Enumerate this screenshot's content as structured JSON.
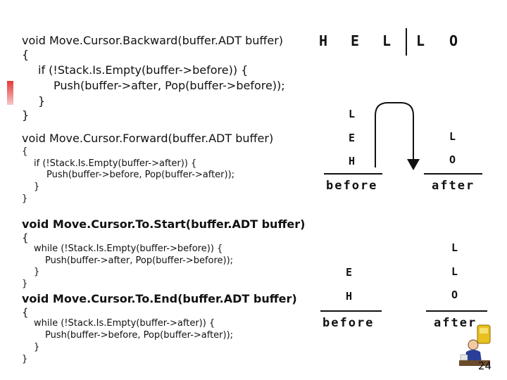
{
  "functions": {
    "backward": {
      "signature": "void Move.Cursor.Backward(buffer.ADT buffer)",
      "open_brace": "{",
      "if_line": "if (!Stack.Is.Empty(buffer->before)) {",
      "body_line": "Push(buffer->after, Pop(buffer->before));",
      "inner_close": "}",
      "close_brace": "}"
    },
    "forward": {
      "signature": "void Move.Cursor.Forward(buffer.ADT buffer)",
      "open_brace": "{",
      "if_line": "if (!Stack.Is.Empty(buffer->after)) {",
      "body_line": "Push(buffer->before, Pop(buffer->after));",
      "inner_close": "}",
      "close_brace": "}"
    },
    "to_start": {
      "signature": "void Move.Cursor.To.Start(buffer.ADT buffer)",
      "open_brace": "{",
      "while_line": "while (!Stack.Is.Empty(buffer->before)) {",
      "body_line": "Push(buffer->after, Pop(buffer->before));",
      "inner_close": "}",
      "close_brace": "}"
    },
    "to_end": {
      "signature": "void Move.Cursor.To.End(buffer.ADT buffer)",
      "open_brace": "{",
      "while_line": "while (!Stack.Is.Empty(buffer->after)) {",
      "body_line": "Push(buffer->before, Pop(buffer->after));",
      "inner_close": "}",
      "close_brace": "}"
    }
  },
  "diagrams": {
    "text_row": {
      "before_cursor": [
        "H",
        "E",
        "L"
      ],
      "after_cursor": [
        "L",
        "O"
      ]
    },
    "stacks_one": {
      "before_stack": [
        "L",
        "E",
        "H"
      ],
      "after_stack": [
        "L",
        "O"
      ],
      "before_label": "before",
      "after_label": "after"
    },
    "stacks_two": {
      "before_stack": [
        "E",
        "H"
      ],
      "after_stack": [
        "L",
        "L",
        "O"
      ],
      "before_label": "before",
      "after_label": "after"
    }
  },
  "page_number": "24",
  "colors": {
    "text": "#111111",
    "accent_mark": "#e23a3a"
  },
  "icons": {
    "clipart": "person-at-desk-icon"
  }
}
